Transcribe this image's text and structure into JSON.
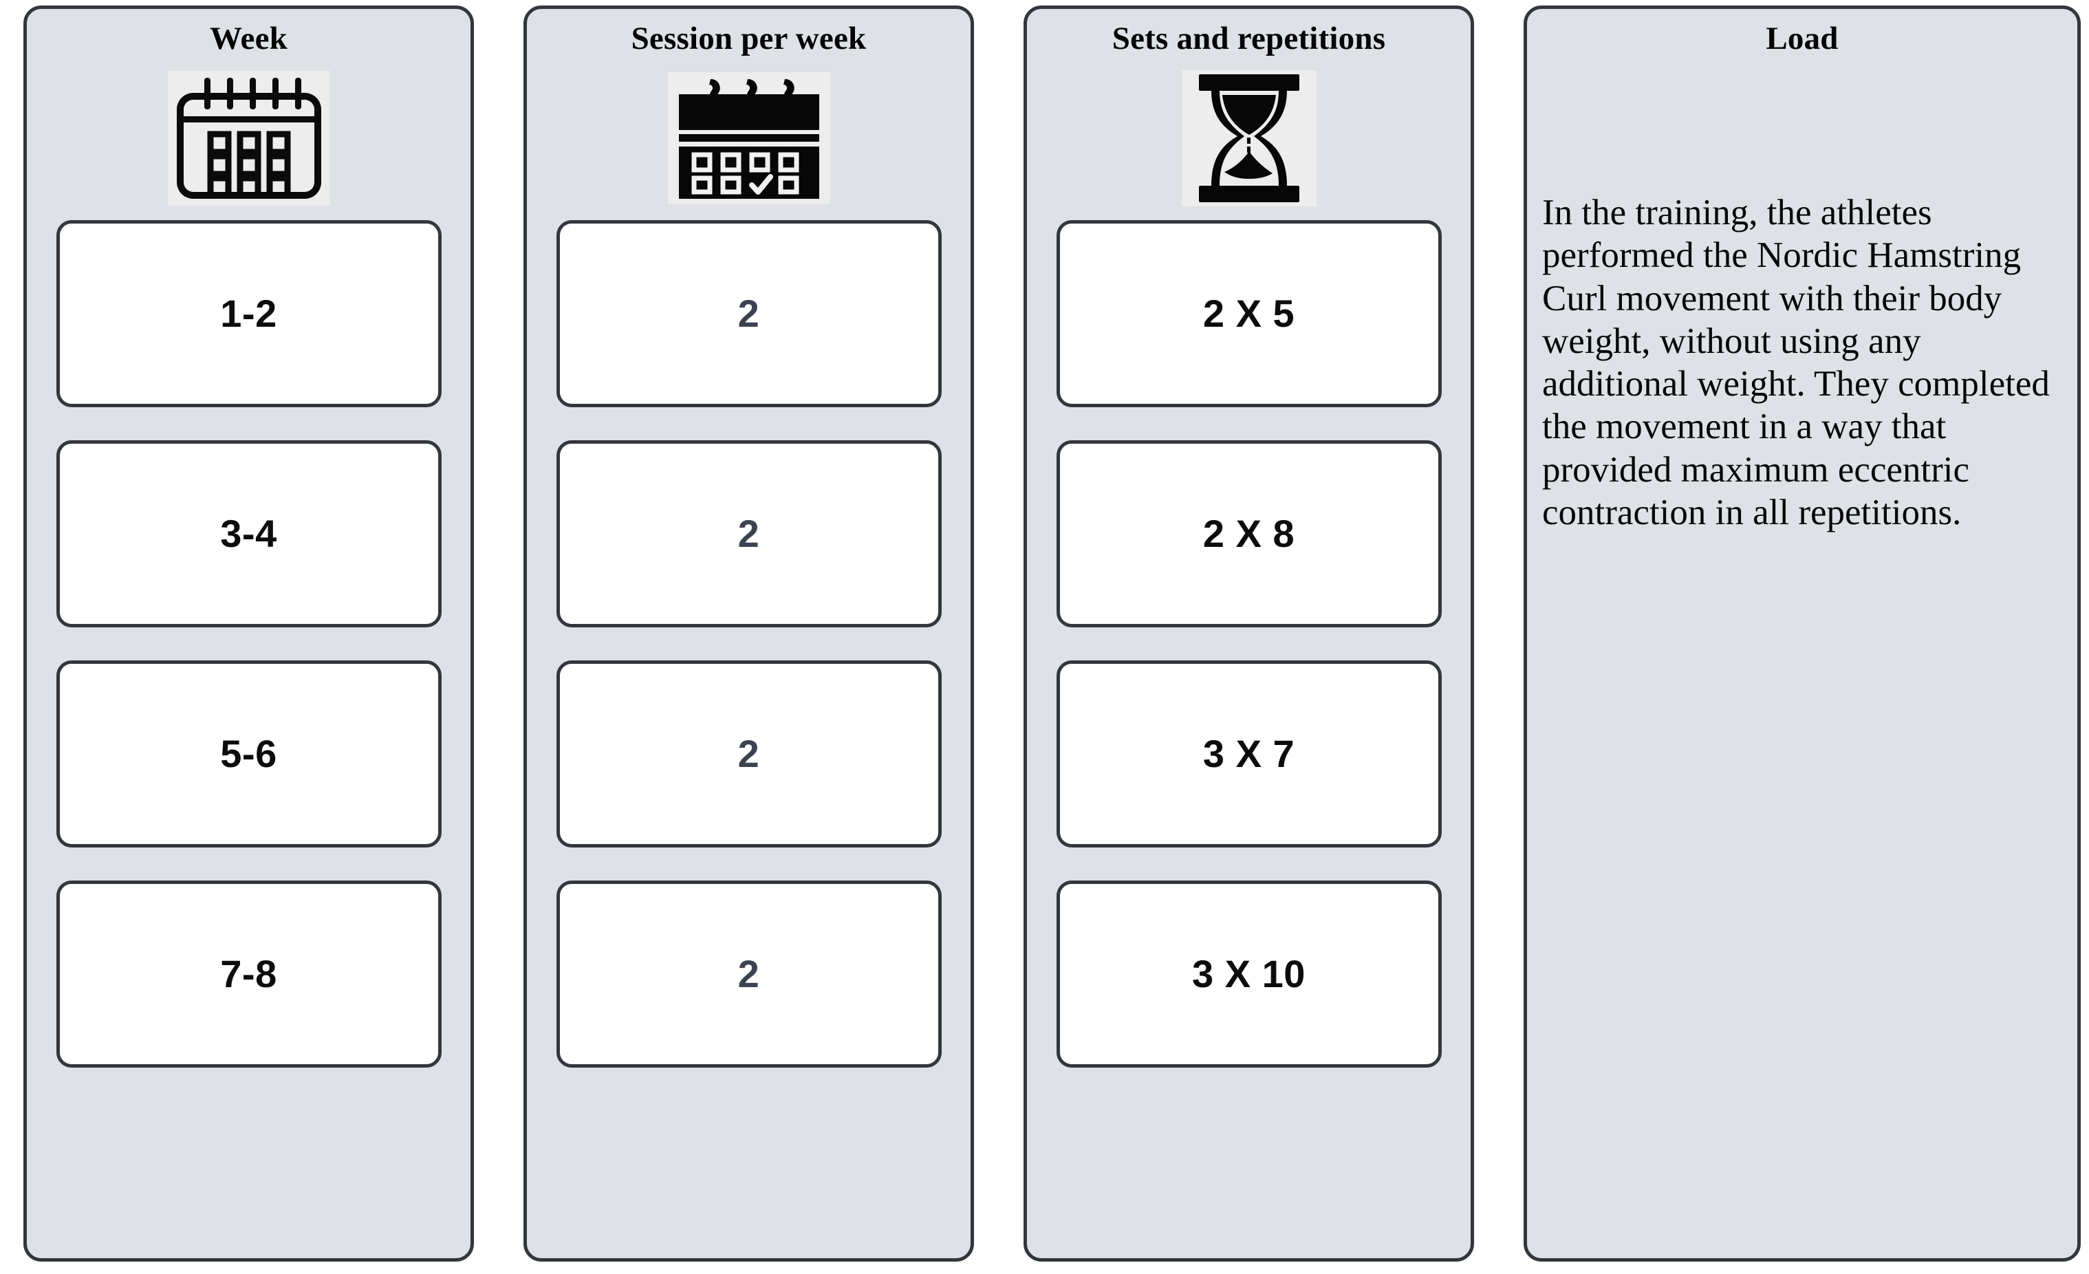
{
  "columns": [
    {
      "id": "week",
      "title": "Week",
      "icon": "calendar-outline-icon",
      "values": [
        "1-2",
        "3-4",
        "5-6",
        "7-8"
      ]
    },
    {
      "id": "session",
      "title": "Session per week",
      "icon": "calendar-check-icon",
      "values": [
        "2",
        "2",
        "2",
        "2"
      ]
    },
    {
      "id": "sets_and_repetitions",
      "title": "Sets and repetitions",
      "icon": "hourglass-icon",
      "values": [
        "2 X 5",
        "2 X 8",
        "3 X 7",
        "3 X 10"
      ]
    },
    {
      "id": "load",
      "title": "Load",
      "body": "In the training, the athletes performed the Nordic Hamstring Curl movement with their body weight, without using any additional weight. They completed the movement in a way that provided maximum eccentric contraction in all repetitions."
    }
  ],
  "colors": {
    "panel_background": "#dee1e6",
    "panel_border": "#33363d",
    "card_background": "#ffffff",
    "card_border": "#33363d",
    "icon_tile_background": "#ededed",
    "text_primary": "#0c0c0c",
    "text_muted": "#3c4350",
    "page_background": "#ffffff"
  }
}
